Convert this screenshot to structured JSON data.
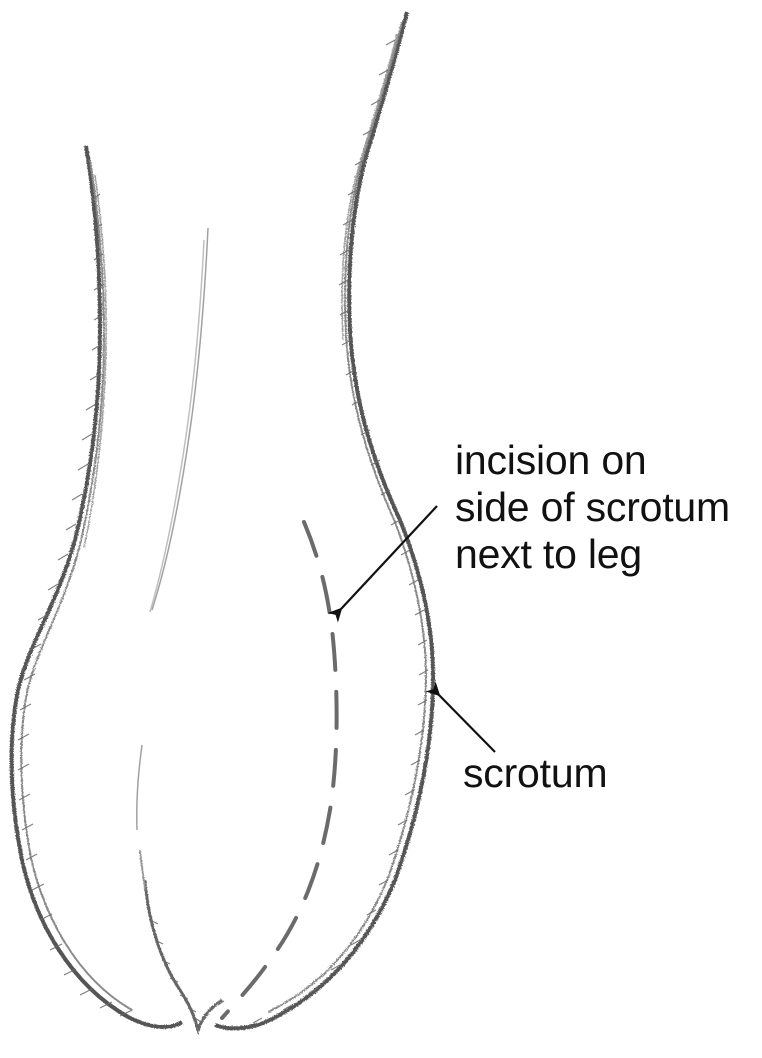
{
  "labels": {
    "incision": {
      "line1": "incision on",
      "line2": "side of scrotum",
      "line3": "next to leg"
    },
    "scrotum": "scrotum"
  },
  "colors": {
    "outline": "#555555",
    "hatching": "#6a6a6a",
    "incision_line": "#6b6b6b",
    "arrow": "#111111",
    "text": "#111111",
    "background": "#ffffff"
  }
}
